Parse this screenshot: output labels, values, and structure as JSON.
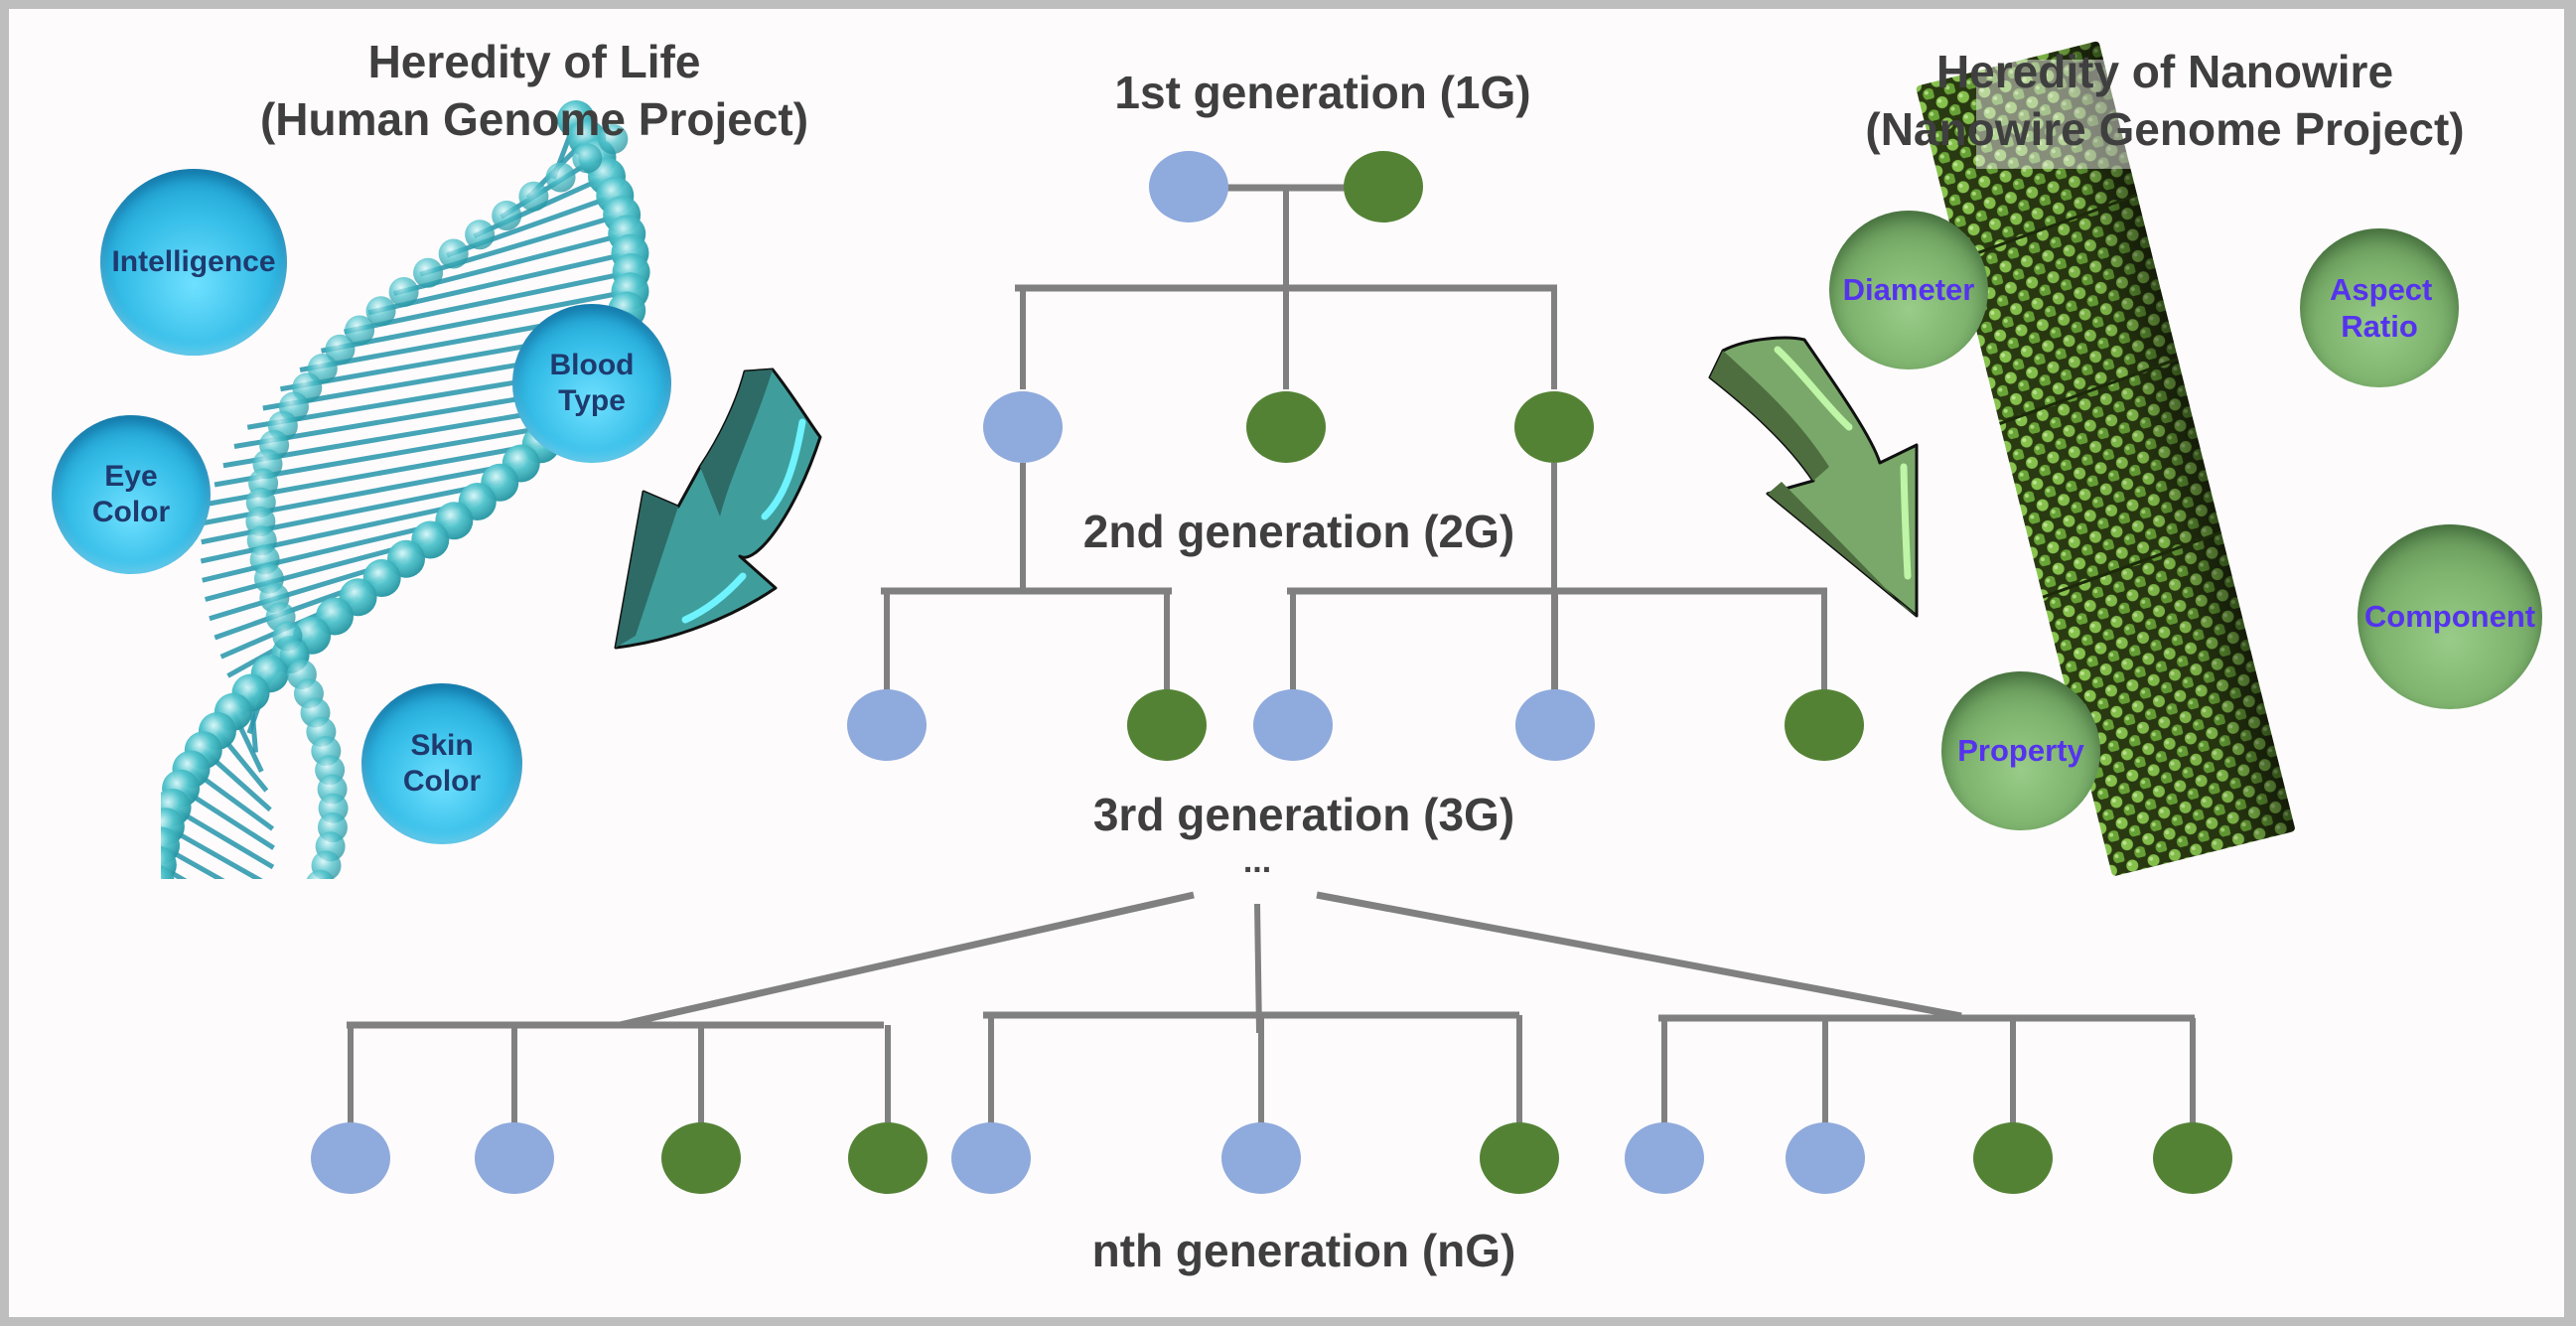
{
  "left_panel": {
    "title_line1": "Heredity of Life",
    "title_line2": "(Human Genome Project)",
    "traits": [
      "Intelligence",
      "Blood Type",
      "Eye Color",
      "Skin Color"
    ],
    "illustration": "dna-double-helix",
    "arrow_icon": "curved-arrow-down-left",
    "accent_color": "#38bfe9",
    "text_color": "#1e3a6e"
  },
  "right_panel": {
    "title_line1": "Heredity of Nanowire",
    "title_line2": "(Nanowire Genome Project)",
    "traits": [
      "Diameter",
      "Aspect Ratio",
      "Component",
      "Property"
    ],
    "illustration": "atomic-nanowire",
    "arrow_icon": "curved-arrow-down-right",
    "accent_color": "#7fb46f",
    "text_color": "#5533ee"
  },
  "tree": {
    "colors": {
      "blue": "#8faadc",
      "green": "#548235",
      "line": "#808080"
    },
    "generations": [
      {
        "label": "1st generation (1G)",
        "nodes": [
          "blue",
          "green"
        ]
      },
      {
        "label": "2nd generation (2G)",
        "nodes": [
          "blue",
          "green",
          "green"
        ]
      },
      {
        "label": "3rd generation (3G)",
        "nodes": [
          "blue",
          "green",
          "blue",
          "blue",
          "green"
        ]
      },
      {
        "label": "nth generation (nG)",
        "nodes": [
          "blue",
          "blue",
          "green",
          "green",
          "blue",
          "blue",
          "green",
          "blue",
          "blue",
          "green",
          "green"
        ]
      }
    ],
    "ellipsis": "..."
  }
}
